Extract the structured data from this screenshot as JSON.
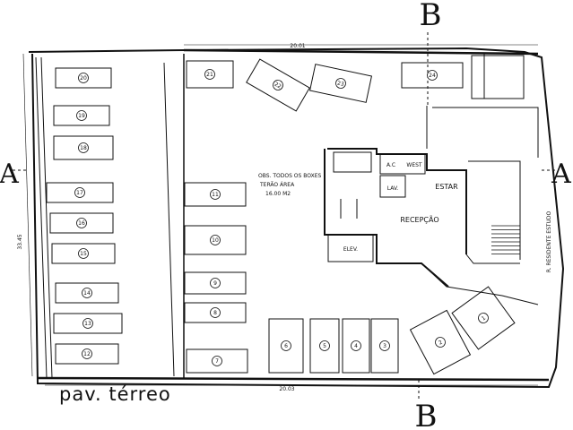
{
  "title": "pav. térreo",
  "section_marks": {
    "a": "A",
    "b": "B"
  },
  "dimensions": {
    "top": "20.01",
    "bottom": "20.03",
    "left": "33.45"
  },
  "rooms": {
    "estar": "ESTAR",
    "recepcao": "RECEPÇÃO",
    "ac": "A.C",
    "west": "WEST",
    "lav": "LAV.",
    "elev": "ELEV."
  },
  "note": [
    "OBS. TODOS OS BOXES",
    "TERÃO ÁREA",
    "16.00 M2"
  ],
  "right_note": "R. RESIDENTE ESTUDO",
  "boxes": [
    "20",
    "19",
    "18",
    "17",
    "16",
    "15",
    "14",
    "13",
    "12",
    "21",
    "22",
    "23",
    "24",
    "11",
    "10",
    "9",
    "8",
    "7",
    "6",
    "5",
    "4",
    "3",
    "2",
    "1"
  ]
}
